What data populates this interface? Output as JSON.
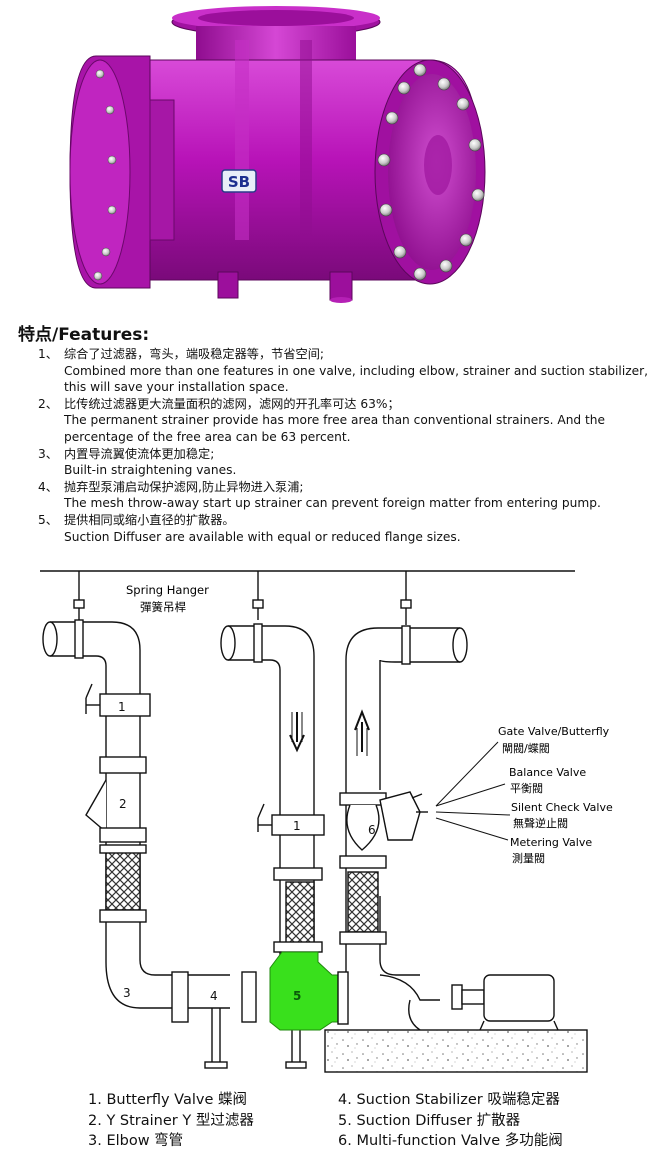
{
  "features": {
    "title": "特点/Features:",
    "items": [
      {
        "num": "1、",
        "zh": "综合了过滤器，弯头，端吸稳定器等，节省空间;",
        "en": [
          "Combined more than one features in one valve, including elbow, strainer and suction stabilizer,",
          "this will save your installation space."
        ]
      },
      {
        "num": "2、",
        "zh": "比传统过滤器更大流量面积的滤网，滤网的开孔率可达 63%；",
        "en": [
          "The permanent strainer provide has more free area than conventional strainers. And the",
          "percentage of the free area can be 63 percent."
        ]
      },
      {
        "num": "3、",
        "zh": "内置导流翼使流体更加稳定;",
        "en": [
          "Built-in straightening vanes."
        ]
      },
      {
        "num": "4、",
        "zh": "抛弃型泵浦启动保护滤网,防止异物进入泵浦;",
        "en": [
          "The mesh throw-away start up strainer can prevent foreign matter from entering pump."
        ]
      },
      {
        "num": "5、",
        "zh": "提供相同或缩小直径的扩散器。",
        "en": [
          " Suction Diffuser are available with equal or reduced flange sizes."
        ]
      }
    ]
  },
  "product": {
    "logo": "SB",
    "body_color": "#b312b3"
  },
  "diagram": {
    "hanger_label_en": "Spring Hanger",
    "hanger_label_zh": "彈簧吊桿",
    "callouts": [
      {
        "en": "Gate Valve/Butterfly",
        "zh": "閘閥/蝶閥"
      },
      {
        "en": "Balance Valve",
        "zh": "平衡閥"
      },
      {
        "en": "Silent Check Valve",
        "zh": "無聲逆止閥"
      },
      {
        "en": "Metering Valve",
        "zh": "測量閥"
      }
    ],
    "numbers": {
      "n1a": "1",
      "n1b": "1",
      "n2": "2",
      "n3": "3",
      "n4": "4",
      "n5": "5",
      "n6": "6"
    },
    "highlight_color": "#39e01c"
  },
  "legend": {
    "left": [
      "1. Butterfly Valve 蝶阀",
      "2. Y Strainer Y 型过滤器",
      "3. Elbow 弯管"
    ],
    "right": [
      "4. Suction Stabilizer 吸端稳定器",
      "5. Suction Diffuser 扩散器",
      "6. Multi-function Valve 多功能阀"
    ]
  }
}
